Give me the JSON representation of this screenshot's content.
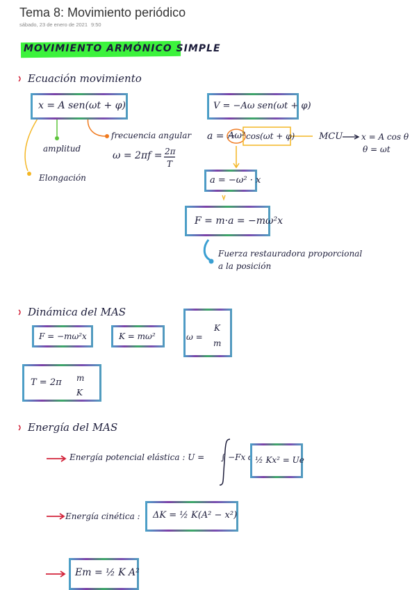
{
  "page": {
    "title": "Tema 8: Movimiento periódico",
    "date": "sábado, 23 de enero de 2021",
    "time": "9:50"
  },
  "heading": "MOVIMIENTO ARMÓNICO SIMPLE",
  "section1": {
    "title": "Ecuación movimiento",
    "eq_position": "x = A sen(ωt + φ)",
    "label_amplitude": "amplitud",
    "label_elongation": "Elongación",
    "label_frequency": "frecuencia angular",
    "eq_omega": "ω = 2πf =",
    "omega_num": "2π",
    "omega_den": "T",
    "eq_velocity": "V = −Aω sen(ωt + φ)",
    "eq_accel_prefix": "a = −",
    "eq_accel_amp": "Aω²",
    "eq_accel_cos": "cos(ωt + φ)",
    "mcu_label": "MCU",
    "mcu_x": "x = A cos θ",
    "mcu_theta": "θ = ωt",
    "eq_accel_x": "a = −ω² · x",
    "eq_force": "F = m·a = −mω²x",
    "force_note_1": "Fuerza restauradora proporcional",
    "force_note_2": "a la posición"
  },
  "section2": {
    "title": "Dinámica del MAS",
    "eq_f": "F = −mω²x",
    "eq_k": "K = mω²",
    "eq_w_prefix": "ω =",
    "eq_w_num": "K",
    "eq_w_den": "m",
    "eq_t_prefix": "T = 2π",
    "eq_t_num": "m",
    "eq_t_den": "K"
  },
  "section3": {
    "title": "Energía del MAS",
    "pot_label": "Energía potencial elástica : U =",
    "pot_integral": "∫ −Fx dx =",
    "pot_result": "½ Kx² = Ue",
    "kin_label": "Energía cinética :",
    "kin_result": "ΔK = ½ K(A² − x²)",
    "mech_result": "Em = ½ K A²"
  }
}
